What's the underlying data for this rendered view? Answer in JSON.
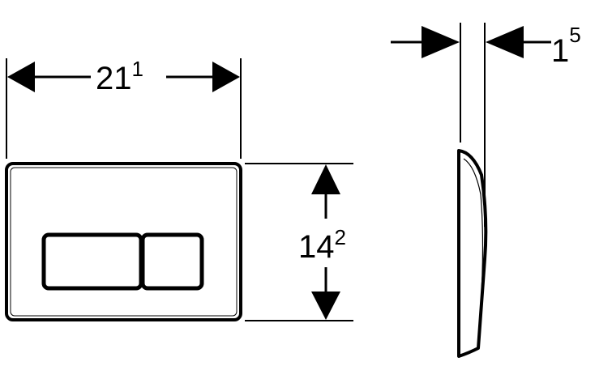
{
  "dimensions": {
    "width_label": {
      "main": "21",
      "sup": "1"
    },
    "height_label": {
      "main": "14",
      "sup": "2"
    },
    "depth_label": {
      "main": "1",
      "sup": "5"
    }
  },
  "colors": {
    "line": "#000000",
    "background": "#ffffff"
  }
}
